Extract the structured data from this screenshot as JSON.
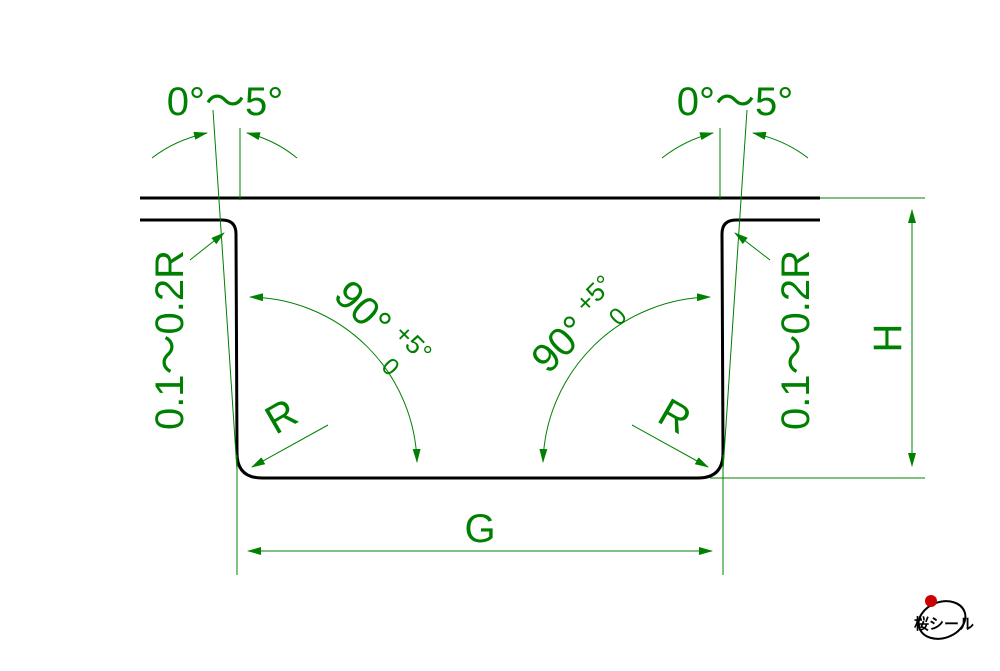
{
  "drawing": {
    "angle_top_left": "0°〜5°",
    "angle_top_right": "0°〜5°",
    "corner_radius_left": "0.1〜0.2R",
    "corner_radius_right": "0.1〜0.2R",
    "bottom_angle_left": {
      "base": "90°",
      "tol_upper": "+5°",
      "tol_lower": "0"
    },
    "bottom_angle_right": {
      "base": "90°",
      "tol_upper": "+5°",
      "tol_lower": "0"
    },
    "radius_left": "R",
    "radius_right": "R",
    "width_label": "G",
    "height_label": "H"
  },
  "colors": {
    "outline": "#000000",
    "dimension": "#008000"
  },
  "logo": {
    "text": "桜シール",
    "mark": "e"
  }
}
